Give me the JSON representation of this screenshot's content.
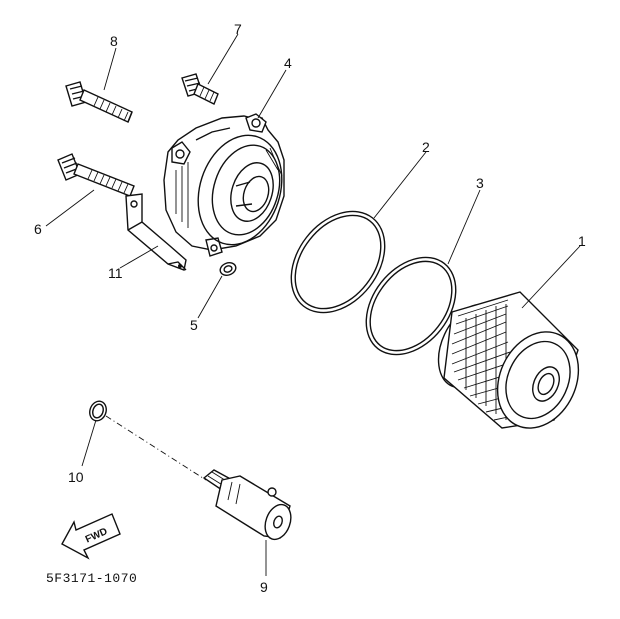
{
  "callouts": [
    {
      "id": "1",
      "text": "1"
    },
    {
      "id": "2",
      "text": "2"
    },
    {
      "id": "3",
      "text": "3"
    },
    {
      "id": "4",
      "text": "4"
    },
    {
      "id": "5",
      "text": "5"
    },
    {
      "id": "6",
      "text": "6"
    },
    {
      "id": "7",
      "text": "7"
    },
    {
      "id": "8",
      "text": "8"
    },
    {
      "id": "9",
      "text": "9"
    },
    {
      "id": "10",
      "text": "10"
    },
    {
      "id": "11",
      "text": "11"
    }
  ],
  "direction_arrow": {
    "text": "FWD"
  },
  "diagram_code": "5F3171-1070"
}
